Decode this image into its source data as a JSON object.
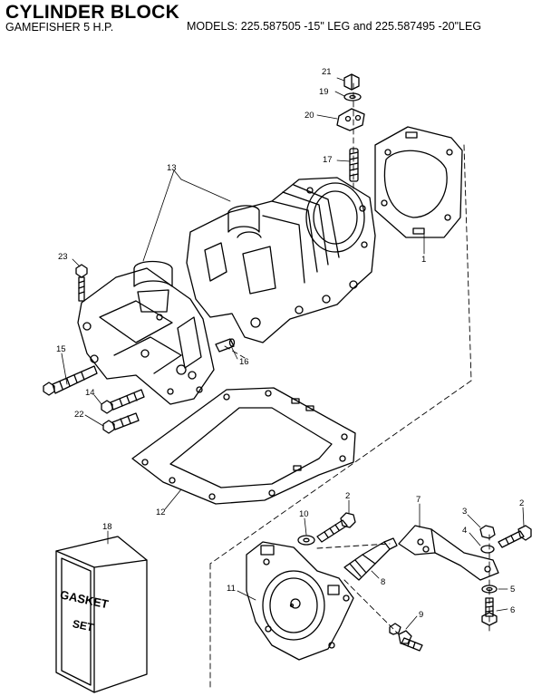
{
  "header": {
    "title": "CYLINDER BLOCK",
    "subtitle": "GAMEFISHER 5 H.P.",
    "models": "MODELS:  225.587505 -15\" LEG and  225.587495 -20\"LEG"
  },
  "callouts": [
    {
      "id": "c21",
      "text": "21"
    },
    {
      "id": "c19",
      "text": "19"
    },
    {
      "id": "c20",
      "text": "20"
    },
    {
      "id": "c17",
      "text": "17"
    },
    {
      "id": "c13",
      "text": "13"
    },
    {
      "id": "c1",
      "text": "1"
    },
    {
      "id": "c23",
      "text": "23"
    },
    {
      "id": "c15",
      "text": "15"
    },
    {
      "id": "c16",
      "text": "16"
    },
    {
      "id": "c14",
      "text": "14"
    },
    {
      "id": "c22",
      "text": "22"
    },
    {
      "id": "c12",
      "text": "12"
    },
    {
      "id": "c18",
      "text": "18"
    },
    {
      "id": "c10",
      "text": "10"
    },
    {
      "id": "c2a",
      "text": "2"
    },
    {
      "id": "c7",
      "text": "7"
    },
    {
      "id": "c3",
      "text": "3"
    },
    {
      "id": "c2b",
      "text": "2"
    },
    {
      "id": "c4",
      "text": "4"
    },
    {
      "id": "c11",
      "text": "11"
    },
    {
      "id": "c8",
      "text": "8"
    },
    {
      "id": "c5",
      "text": "5"
    },
    {
      "id": "c6",
      "text": "6"
    },
    {
      "id": "c9",
      "text": "9"
    }
  ],
  "gasket_set": {
    "line1": "GASKET",
    "line2": "SET"
  }
}
